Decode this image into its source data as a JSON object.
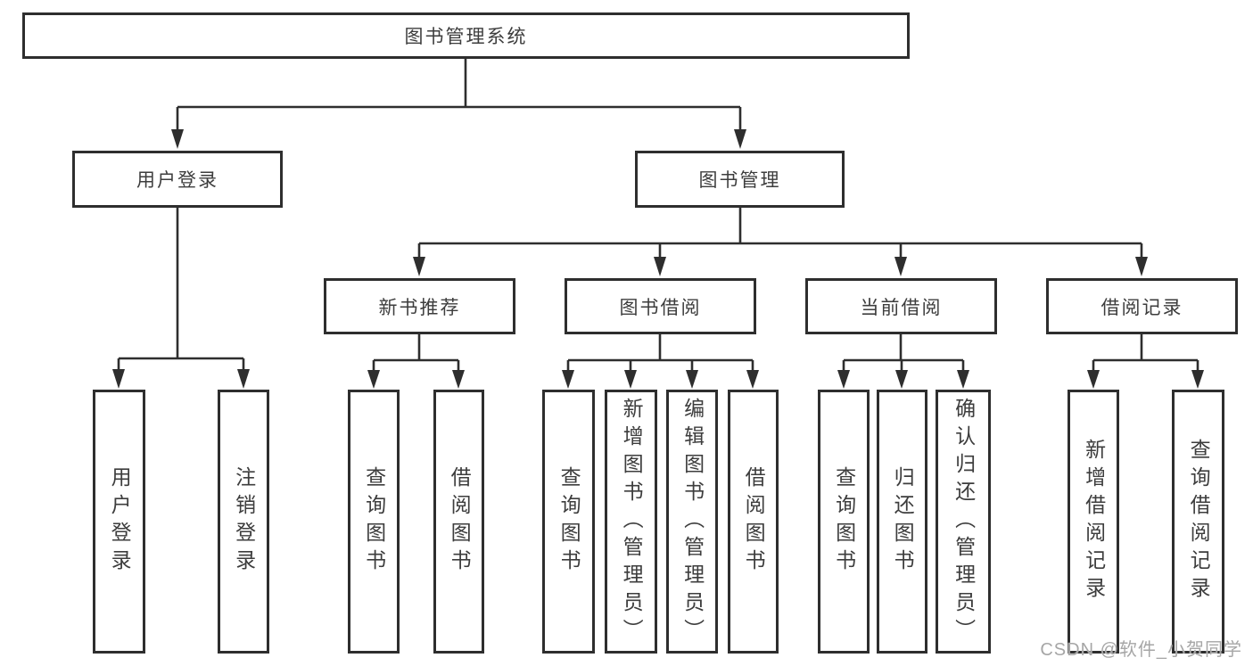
{
  "tree": {
    "root": {
      "label": "图书管理系统"
    },
    "level2": [
      {
        "label": "用户登录"
      },
      {
        "label": "图书管理"
      }
    ],
    "level3": [
      {
        "label": "新书推荐"
      },
      {
        "label": "图书借阅"
      },
      {
        "label": "当前借阅"
      },
      {
        "label": "借阅记录"
      }
    ],
    "leaves": {
      "user_login": [
        {
          "label": "用户登录"
        },
        {
          "label": "注销登录"
        }
      ],
      "new_book_recommend": [
        {
          "label": "查询图书"
        },
        {
          "label": "借阅图书"
        }
      ],
      "book_borrow": [
        {
          "label": "查询图书"
        },
        {
          "label": "新增图书（管理员）"
        },
        {
          "label": "编辑图书（管理员）"
        },
        {
          "label": "借阅图书"
        }
      ],
      "current_borrow": [
        {
          "label": "查询图书"
        },
        {
          "label": "归还图书"
        },
        {
          "label": "确认归还（管理员）"
        }
      ],
      "borrow_records": [
        {
          "label": "新增借阅记录"
        },
        {
          "label": "查询借阅记录"
        }
      ]
    }
  },
  "watermark": {
    "text": "CSDN @软件_小贺同学"
  },
  "colors": {
    "line": "#2e2e2e",
    "box_border": "#2e2e2e",
    "box_background": "#ffffff",
    "text": "#3d3d3d",
    "watermark": "#a6a6a6",
    "page_background": "#ffffff"
  }
}
